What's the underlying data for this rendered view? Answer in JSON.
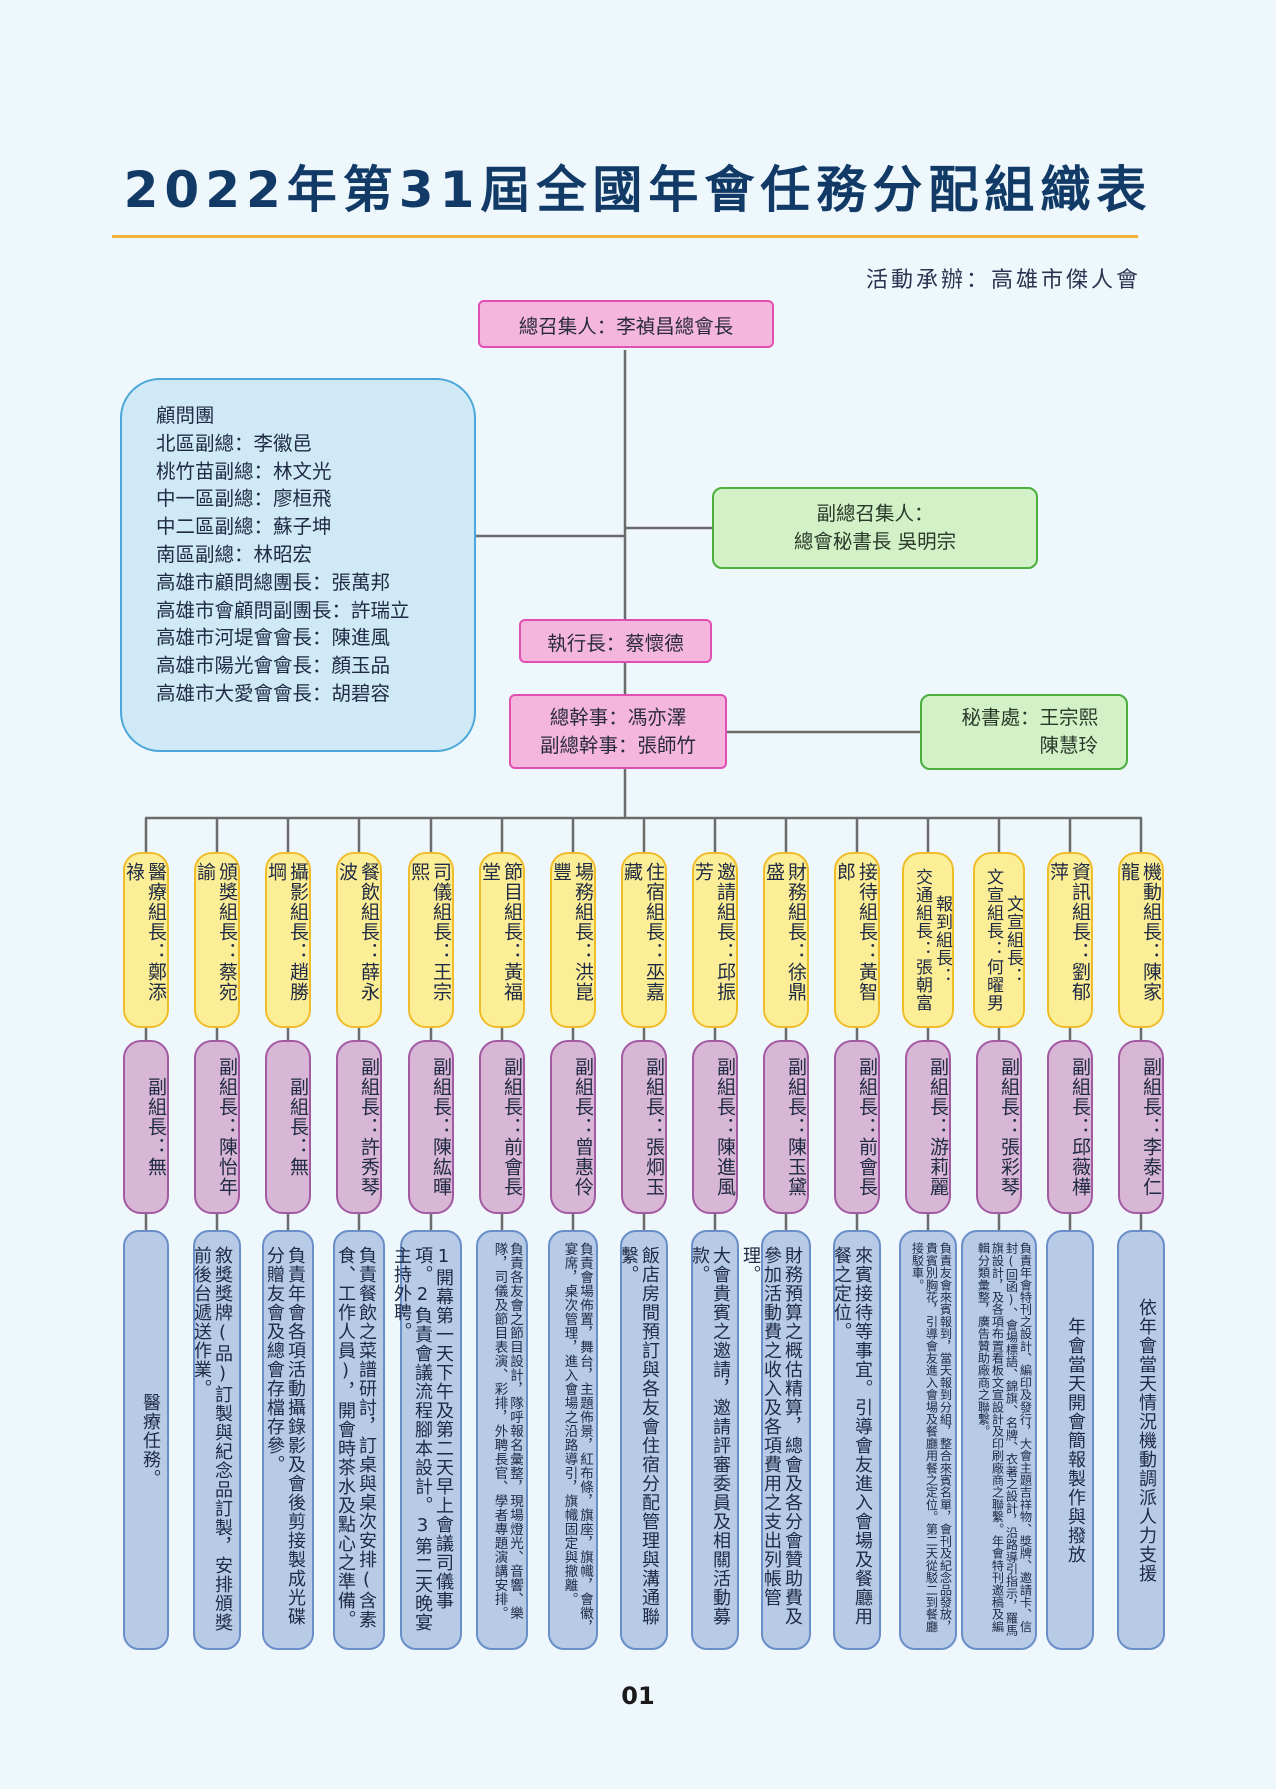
{
  "title": "2022年第31屆全國年會任務分配組織表",
  "host": "活動承辦：高雄市傑人會",
  "convener": "總召集人：李禎昌總會長",
  "vice_convener": [
    "副總召集人：",
    "總會秘書長 吳明宗"
  ],
  "ceo": "執行長：蔡懷德",
  "secretary_general": [
    "總幹事：馮亦澤",
    "副總幹事：張師竹"
  ],
  "secretariat": [
    "秘書處：王宗熙",
    "陳慧玲"
  ],
  "advisors": [
    "顧問團",
    "北區副總：李徽邑",
    "桃竹苗副總：林文光",
    "中一區副總：廖桓飛",
    "中二區副總：蘇子坤",
    "南區副總：林昭宏",
    "高雄市顧問總團長：張萬邦",
    "高雄市會顧問副團長：許瑞立",
    "高雄市河堤會會長：陳進風",
    "高雄市陽光會會長：顏玉品",
    "高雄市大愛會會長：胡碧容"
  ],
  "groups": [
    {
      "leader": "醫療組長：鄭添祿",
      "deputy": "副組長：無",
      "task": "醫療任務。"
    },
    {
      "leader": "頒獎組長：蔡宛諭",
      "deputy": "副組長：陳怡年",
      "task": "敘獎獎牌(品)訂製與紀念品訂製，安排頒獎前後台遞送作業。"
    },
    {
      "leader": "攝影組長：趙勝堈",
      "deputy": "副組長：無",
      "task": "負責年會各項活動攝錄影及會後剪接製成光碟分贈友會及總會存檔存參。"
    },
    {
      "leader": "餐飲組長：薛永波",
      "deputy": "副組長：許秀琴",
      "task": "負責餐飲之菜譜研討，訂桌與桌次安排(含素食、工作人員)，開會時茶水及點心之準備。"
    },
    {
      "leader": "司儀組長：王宗熙",
      "deputy": "副組長：陳紘暉",
      "task": "1開幕第一天下午及第二天早上會議司儀事項。2負責會議流程腳本設計。3第二天晚宴主持外聘。"
    },
    {
      "leader": "節目組長：黃福堂",
      "deputy": "副組長：前會長",
      "task": "負責各友會之節目設計，隊呼報名彙整，現場燈光、音響、樂隊，司儀及節目表演、彩排，外聘長官、學者專題演講安排。"
    },
    {
      "leader": "場務組長：洪崑豐",
      "deputy": "副組長：曾惠伶",
      "task": "負責會場佈置，舞台，主題佈景，紅布條，旗座，旗幟，會徽，宴席，桌次管理，進入會場之沿路導引，旗幟固定與撤離。"
    },
    {
      "leader": "住宿組長：巫嘉藏",
      "deputy": "副組長：張炯玉",
      "task": "飯店房間預訂與各友會住宿分配管理與溝通聯繫。"
    },
    {
      "leader": "邀請組長：邱振芳",
      "deputy": "副組長：陳進風",
      "task": "大會貴賓之邀請，邀請評審委員及相關活動募款。"
    },
    {
      "leader": "財務組長：徐鼎盛",
      "deputy": "副組長：陳玉黛",
      "task": "財務預算之概估精算，總會及各分會贊助費及參加活動費之收入及各項費用之支出列帳管理。"
    },
    {
      "leader": "接待組長：黃智郎",
      "deputy": "副組長：前會長",
      "task": "來賓接待等事宜。引導會友進入會場及餐廳用餐之定位。"
    },
    {
      "leader": [
        "報到組長：",
        "交通組長：張朝富"
      ],
      "deputy": "副組長：游莉麗",
      "task": "負責友會來賓報到，當天報到分組，整合來賓名單，會刊及紀念品發放，貴賓別胸花，引導會友進入會場及餐廳用餐之定位。第二天從駁二到餐廳接駁車。"
    },
    {
      "leader": [
        "文宣組長：",
        "文宣組長：何曜男"
      ],
      "deputy": "副組長：張彩琴",
      "task": "負責年會特刊之設計、編印及發行，大會主題吉祥物、獎牌、邀請卡、信封(回函)、會場標語、錦旗、名牌、衣著之設計，沿路導引指示，羅馬旗設計，及各項布置看板文宣設計及印刷廠商之聯繫。年會特刊邀稿及編輯分類彙整，廣告贊助廠商之聯繫。"
    },
    {
      "leader": "資訊組長：劉郁萍",
      "deputy": "副組長：邱薇樺",
      "task": "年會當天開會簡報製作與撥放"
    },
    {
      "leader": "機動組長：陳家龍",
      "deputy": "副組長：李泰仁",
      "task": "依年會當天情況機動調派人力支援"
    }
  ],
  "page_number": "01",
  "colors": {
    "title": "#123a66",
    "rule": "#f2b13b",
    "pink_box": "#f5b6dd",
    "green_box": "#d3f1c6",
    "advisor_box": "#cfe9f6",
    "leader_box": "#fcee96",
    "deputy_box": "#d8b6d6",
    "task_box": "#b7cbe6",
    "connector": "#6b6b6b"
  }
}
